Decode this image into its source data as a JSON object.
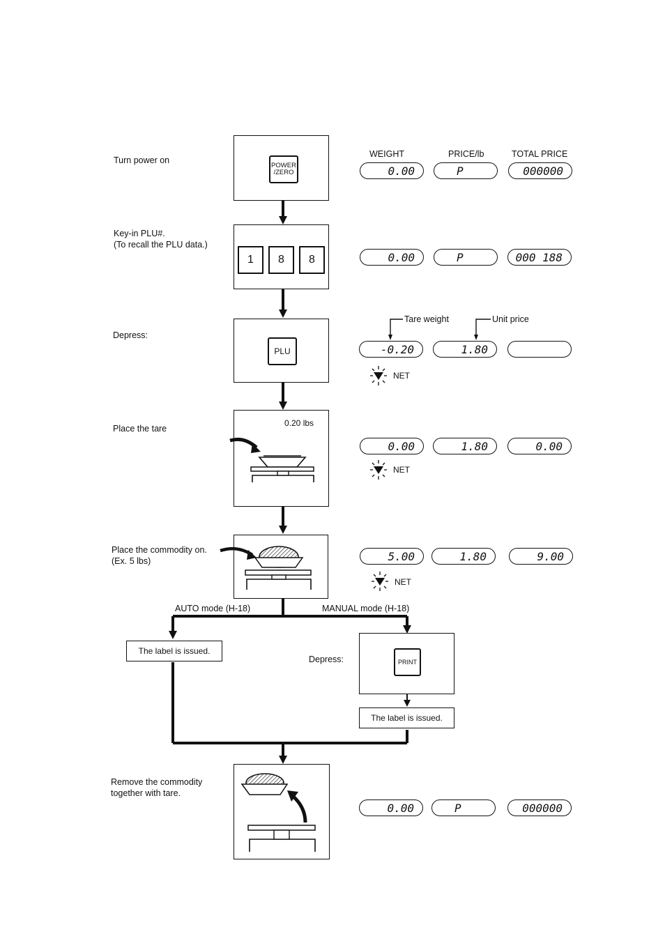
{
  "headers": {
    "weight": "WEIGHT",
    "price": "PRICE/lb",
    "total": "TOTAL PRICE"
  },
  "steps": [
    {
      "label": "Turn power on",
      "key": "POWER\n/ZERO",
      "display": {
        "weight": "0.00",
        "price": "P",
        "total": "000000"
      }
    },
    {
      "label": "Key-in PLU#.\n(To recall the PLU data.)",
      "keys": [
        "1",
        "8",
        "8"
      ],
      "display": {
        "weight": "0.00",
        "price": "P",
        "total": "000 188"
      }
    },
    {
      "label": "Depress:",
      "key": "PLU",
      "annotations": {
        "tare": "Tare weight",
        "unit": "Unit price"
      },
      "display": {
        "weight": "-0.20",
        "price": "1.80",
        "total": ""
      },
      "indicator": "NET"
    },
    {
      "label": "Place the tare",
      "note": "0.20 lbs",
      "display": {
        "weight": "0.00",
        "price": "1.80",
        "total": "0.00"
      },
      "indicator": "NET"
    },
    {
      "label": "Place the commodity on.\n(Ex. 5 lbs)",
      "display": {
        "weight": "5.00",
        "price": "1.80",
        "total": "9.00"
      },
      "indicator": "NET"
    },
    {
      "label": "Remove the commodity\ntogether with tare.",
      "display": {
        "weight": "0.00",
        "price": "P",
        "total": "000000"
      }
    }
  ],
  "branch": {
    "auto": "AUTO mode (H-18)",
    "manual": "MANUAL mode (H-18)",
    "auto_result": "The label is issued.",
    "manual_label": "Depress:",
    "manual_key": "PRINT",
    "manual_result": "The label is issued."
  }
}
